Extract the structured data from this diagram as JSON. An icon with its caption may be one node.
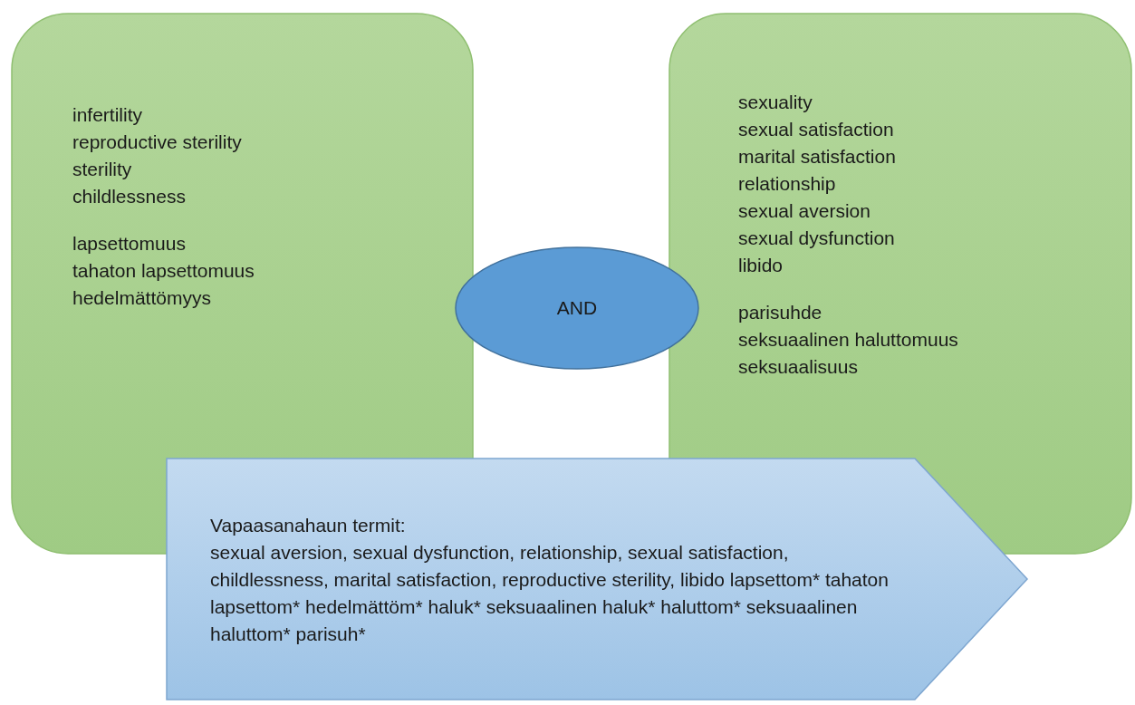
{
  "diagram": {
    "nodes": [
      {
        "text": [
          "infertility",
          "reproductive sterility",
          "sterility",
          "childlessness",
          "lapsettomuus",
          "tahaton lapsettomuus",
          "hedelmättömyys"
        ]
      },
      {
        "text": [
          "sexuality",
          "sexual satisfaction",
          "marital satisfaction",
          "relationship",
          "sexual aversion",
          "sexual dysfunction",
          "libido",
          "parisuhde",
          "seksuaalinen haluttomuus",
          "seksuaalisuus"
        ]
      },
      {
        "text": [
          "AND"
        ]
      },
      {
        "text": [
          "Vapaasanahaun termit:",
          "sexual aversion, sexual dysfunction, relationship, sexual satisfaction, childlessness, marital satisfaction, reproductive sterility, libido lapsettom* tahaton lapsettom* hedelmättöm* haluk* seksuaalinen haluk* haluttom* seksuaalinen haluttom* parisuh*"
        ]
      }
    ]
  }
}
